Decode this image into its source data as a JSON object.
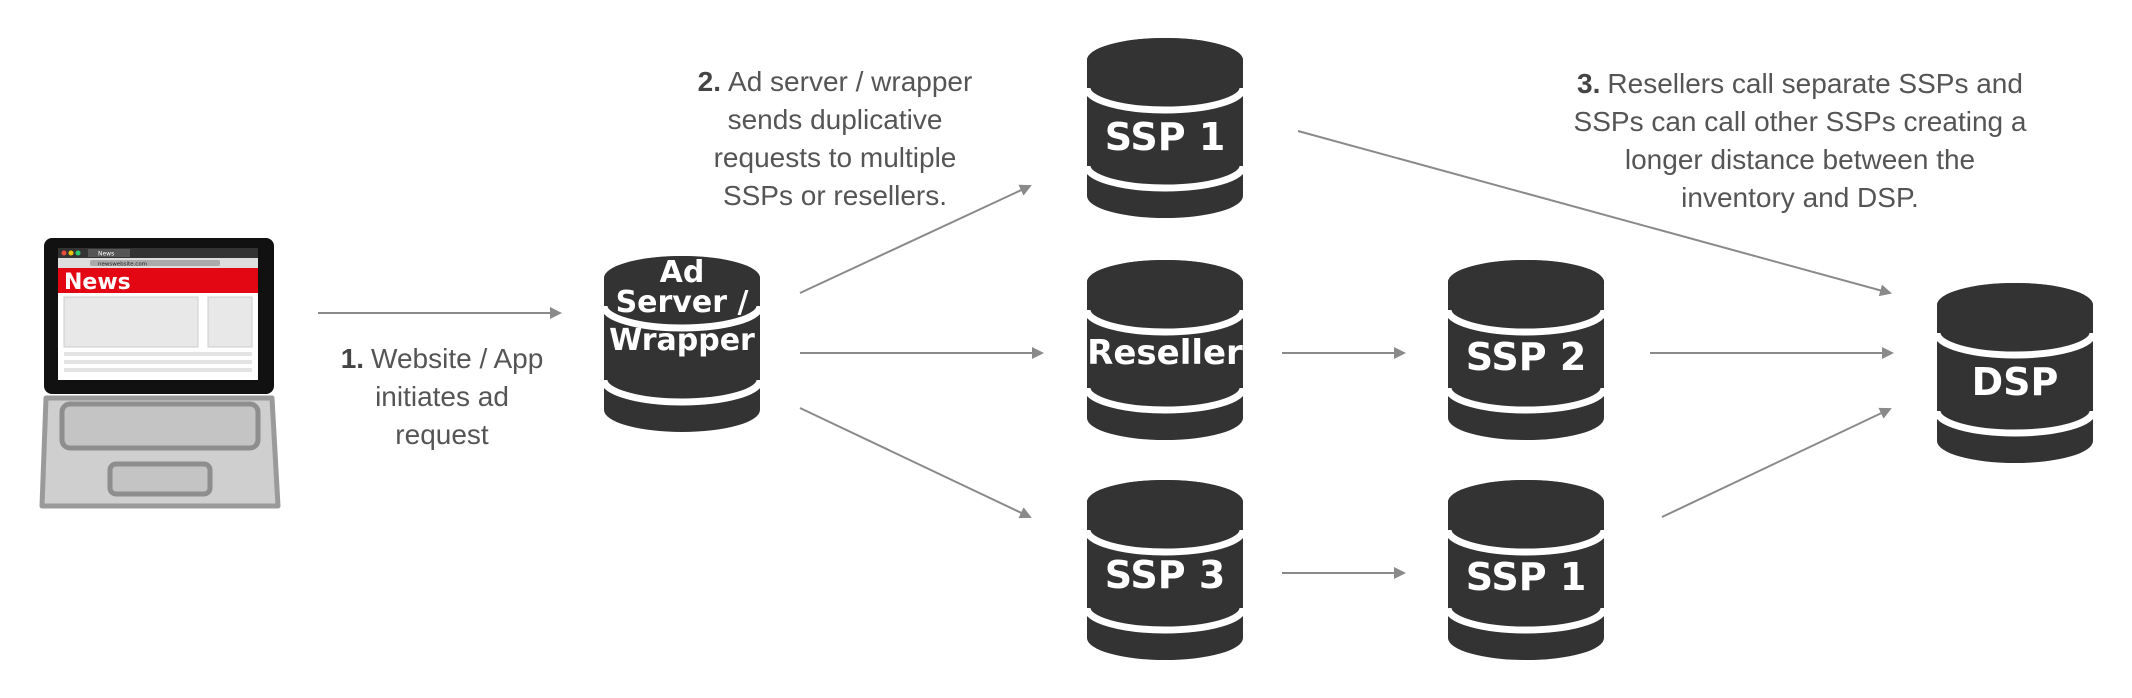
{
  "laptop": {
    "tab_label": "News",
    "url": "newswebsite.com",
    "site_banner": "News"
  },
  "steps": {
    "step1": {
      "num": "1.",
      "lines": [
        "Website / App",
        "initiates ad",
        "request"
      ]
    },
    "step2": {
      "num": "2.",
      "lines": [
        "Ad server / wrapper",
        "sends duplicative",
        "requests to multiple",
        "SSPs or resellers."
      ]
    },
    "step3": {
      "num": "3.",
      "lines": [
        "Resellers call separate SSPs and",
        "SSPs can call other SSPs creating a",
        "longer distance between the",
        "inventory and DSP."
      ]
    }
  },
  "nodes": {
    "adserver": [
      "Ad",
      "Server /",
      "Wrapper"
    ],
    "ssp1_top": "SSP 1",
    "reseller": "Reseller",
    "ssp3": "SSP 3",
    "ssp2": "SSP 2",
    "ssp1_bottom": "SSP 1",
    "dsp": "DSP"
  },
  "colors": {
    "db_fill": "#333333",
    "arrow": "#888888",
    "news_red": "#e30613",
    "text": "#555555"
  }
}
